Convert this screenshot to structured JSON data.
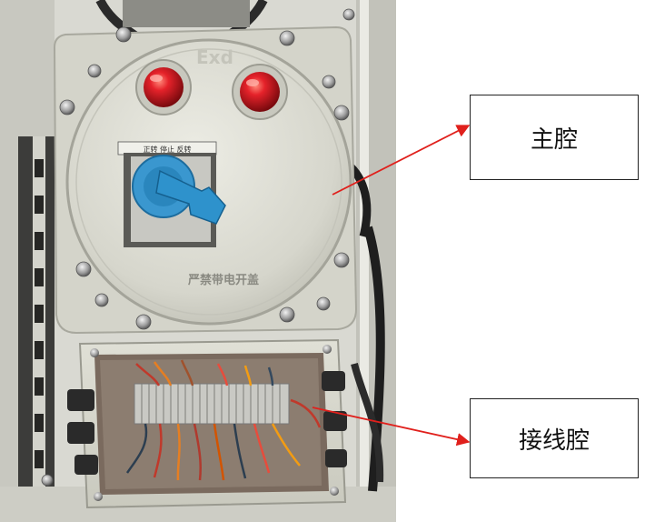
{
  "labels": {
    "main_chamber": "主腔",
    "wiring_chamber": "接线腔"
  },
  "enclosure": {
    "marking": "Exd",
    "plate_text": "严禁带电开盖",
    "switch_label": "正转 停止 反转"
  },
  "colors": {
    "arrow": "#e0201c",
    "indicator_lamp": "#d8141b",
    "rotary_knob": "#2a8fcf",
    "enclosure_body": "#dcdcd2",
    "cabinet_frame": "#cfcfc8"
  }
}
